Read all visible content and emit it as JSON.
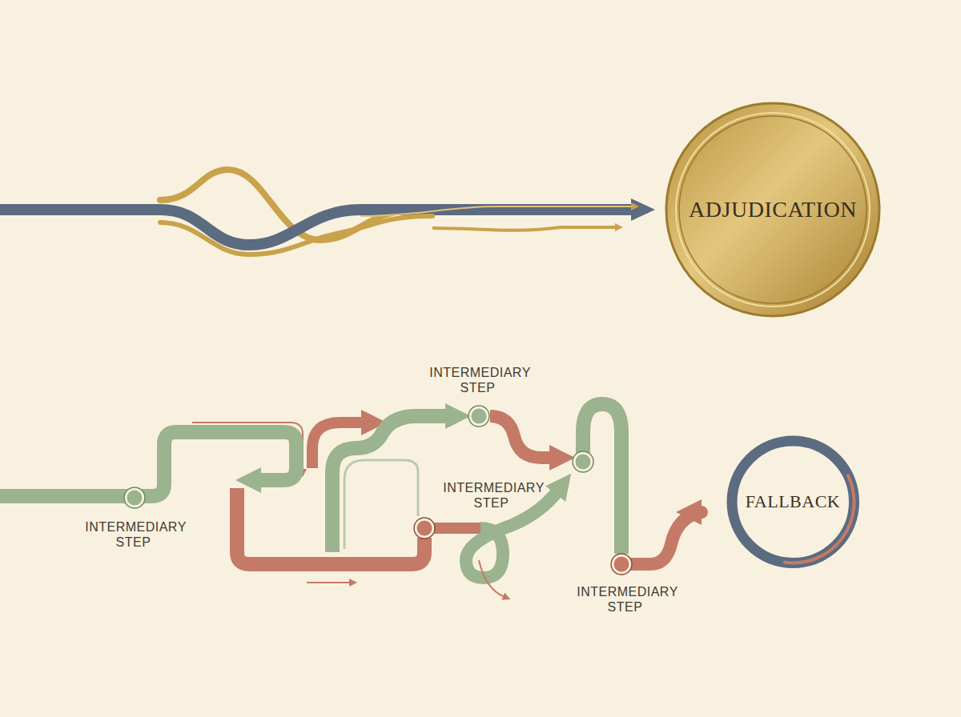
{
  "diagram": {
    "nodes": [
      {
        "text": [
          "ADJUDICATION"
        ]
      },
      {
        "text": [
          "FALLBACK"
        ]
      }
    ],
    "labels": [
      "INTERMEDIARY STEP",
      "INTERMEDIARY STEP",
      "INTERMEDIARY STEP",
      "INTERMEDIARY STEP"
    ]
  }
}
